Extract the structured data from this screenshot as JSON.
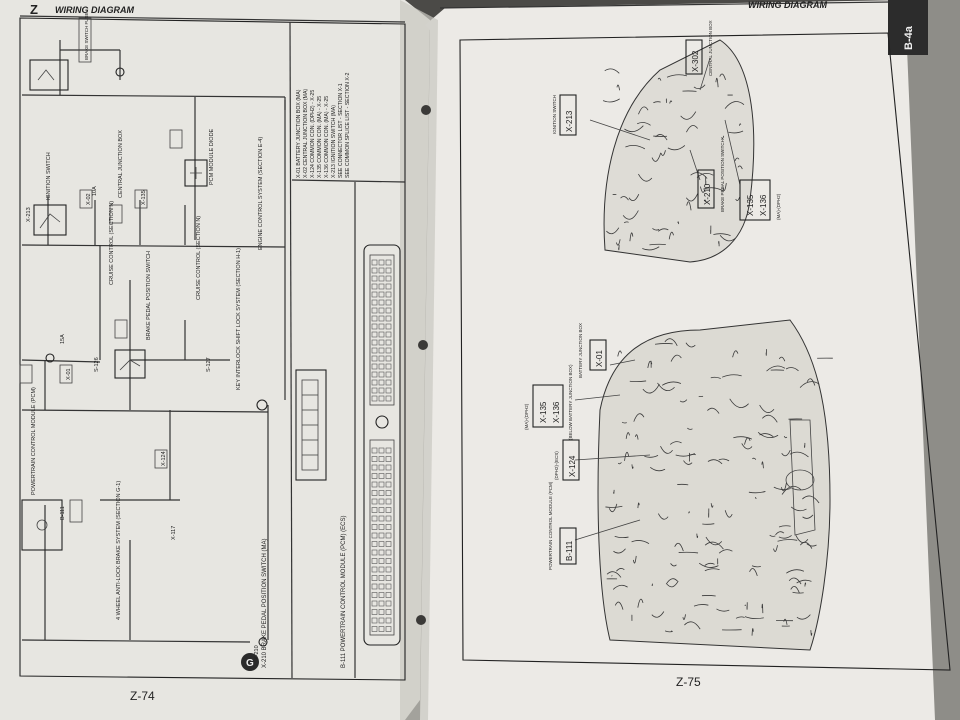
{
  "left_page": {
    "section_letter": "Z",
    "header_title": "WIRING DIAGRAM",
    "page_number": "Z-74",
    "component_list": [
      "X-01 BATTERY JUNCTION BOX (MA)",
      "X-02 CENTRAL JUNCTION BOX (MA)",
      "X-124 COMMON CON. (DPH2) - X-25",
      "X-135 COMMON CON. (MA) - X-25",
      "X-136 COMMON CON. (MA) - X-25",
      "X-213 IGNITION SWITCH (MA)",
      "SEE CONNECTOR LIST - SECTION X-1",
      "SEE COMMON SPLICE LIST - SECTION X-2"
    ],
    "schematic_labels": {
      "ignition_switch": "IGNITION SWITCH",
      "central_junction_box": "CENTRAL JUNCTION BOX",
      "pcm_module_diode": "PCM MODULE DIODE",
      "engine_control_system": "ENGINE CONTROL SYSTEM (SECTION E-4)",
      "cruise_control_1": "CRUISE CONTROL (SECTION N)",
      "brake_pedal_switch": "BRAKE PEDAL POSITION SWITCH",
      "cruise_control_2": "CRUISE CONTROL (SECTION N)",
      "key_interlock": "KEY INTERLOCK SHIFT LOCK SYSTEM (SECTION H-1)",
      "pcm": "POWERTRAIN CONTROL MODULE (PCM)",
      "abs": "4 WHEEL ANTI-LOCK BRAKE SYSTEM (SECTION G-1)",
      "fuse_15a": "15A",
      "fuse_10a": "10A",
      "connector_ids": [
        "X-213",
        "X-02",
        "X-135",
        "X-01",
        "B-111",
        "X-124",
        "X-210",
        "X-117",
        "S-127",
        "S-126"
      ]
    },
    "footer_components": [
      "X-210 BRAKE PEDAL POSITION SWITCH (MA)",
      "B-111 POWERTRAIN CONTROL MODULE (PCM) (ECS)"
    ],
    "corner_note": "BRAKE SWITCH FUSE"
  },
  "right_page": {
    "header_title": "WIRING DIAGRAM",
    "section_tab": "B-4a",
    "page_number": "Z-75",
    "top_callouts": [
      {
        "id": "X-213",
        "desc": "IGNITION SWITCH"
      },
      {
        "id": "X-302",
        "desc": "CENTRAL JUNCTION BOX"
      },
      {
        "id": "X-210",
        "desc": "BRAKE PEDAL POSITION SWITCH"
      },
      {
        "id": "X-135",
        "desc": ""
      },
      {
        "id": "X-136",
        "desc": "(MA)-(DPH2)"
      }
    ],
    "bottom_callouts": [
      {
        "id": "X-01",
        "desc": "BATTERY JUNCTION BOX"
      },
      {
        "id": "X-135",
        "desc": "(MA)-(DPH2)"
      },
      {
        "id": "X-136",
        "desc": "(BELOW BATTERY JUNCTION BOX)"
      },
      {
        "id": "X-124",
        "desc": "(DPH2)-(ECS)"
      },
      {
        "id": "B-111",
        "desc": "POWERTRAIN CONTROL MODULE (PCM)"
      }
    ]
  }
}
